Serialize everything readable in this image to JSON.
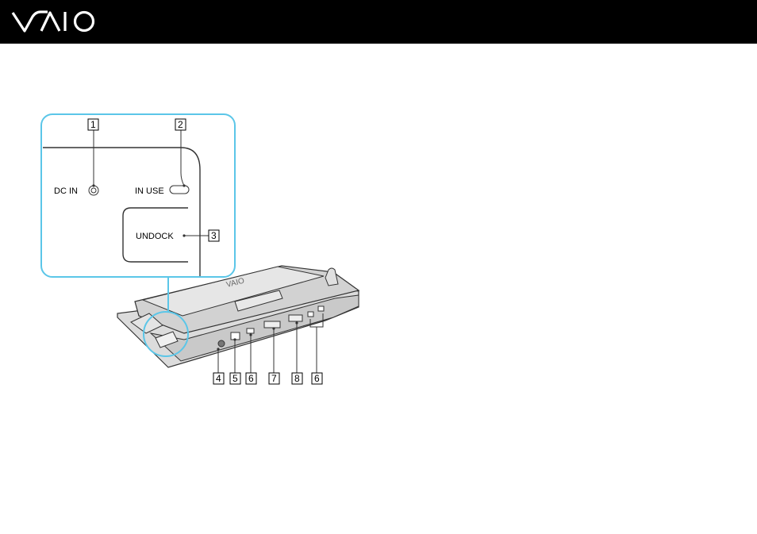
{
  "header": {
    "logo_text": "VAIO",
    "background": "#000000"
  },
  "callout": {
    "dc_in_label": "DC IN",
    "in_use_label": "IN USE",
    "undock_label": "UNDOCK",
    "border_color": "#5bc6e8"
  },
  "numbers": {
    "n1": "1",
    "n2": "2",
    "n3": "3",
    "n4": "4",
    "n5": "5",
    "n6a": "6",
    "n7": "7",
    "n8": "8",
    "n6b": "6"
  }
}
